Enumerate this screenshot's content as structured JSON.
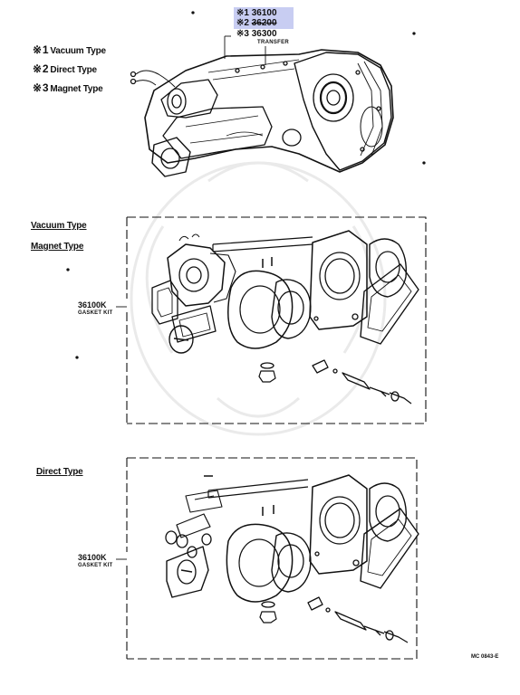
{
  "header_parts": {
    "p1": {
      "mark": "※1",
      "code": "36100"
    },
    "p2": {
      "mark": "※2",
      "code": "36200"
    },
    "p3": {
      "mark": "※3",
      "code": "36300"
    },
    "name": "TRANSFER"
  },
  "legend": [
    {
      "mark": "※",
      "num": "1",
      "label": "Vacuum Type"
    },
    {
      "mark": "※",
      "num": "2",
      "label": "Direct Type"
    },
    {
      "mark": "※",
      "num": "3",
      "label": "Magnet Type"
    }
  ],
  "section1": {
    "label1": "Vacuum Type",
    "label2": "Magnet Type",
    "kit_code": "36100K",
    "kit_name": "GASKET KIT"
  },
  "section2": {
    "label1": "Direct Type",
    "kit_code": "36100K",
    "kit_name": "GASKET KIT"
  },
  "diagram_code": "MC 0843-E",
  "colors": {
    "highlight": "#c8cdf2",
    "ink": "#111111"
  }
}
